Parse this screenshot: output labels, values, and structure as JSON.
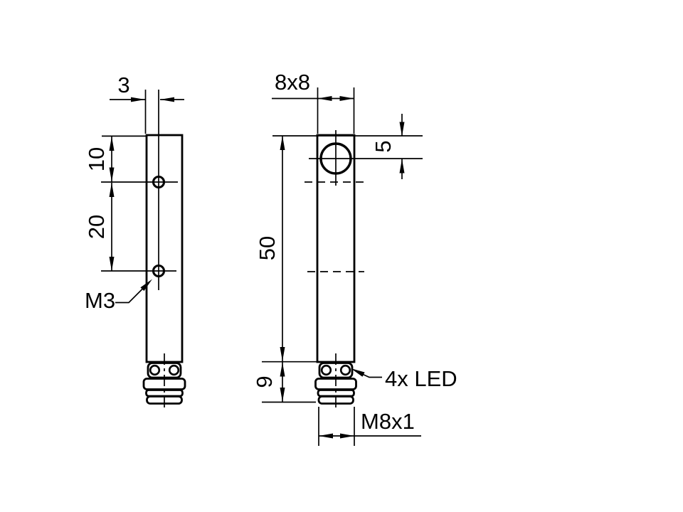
{
  "colors": {
    "ink": "#000000",
    "paper": "#ffffff"
  },
  "labels": {
    "side_thickness": "3",
    "hole_top_offset": "10",
    "hole_spacing": "20",
    "mounting_thread": "M3",
    "cross_section": "8x8",
    "sensing_face_offset": "5",
    "housing_length": "50",
    "connector_section_length": "9",
    "led_note": "4x LED",
    "connector_thread": "M8x1"
  }
}
